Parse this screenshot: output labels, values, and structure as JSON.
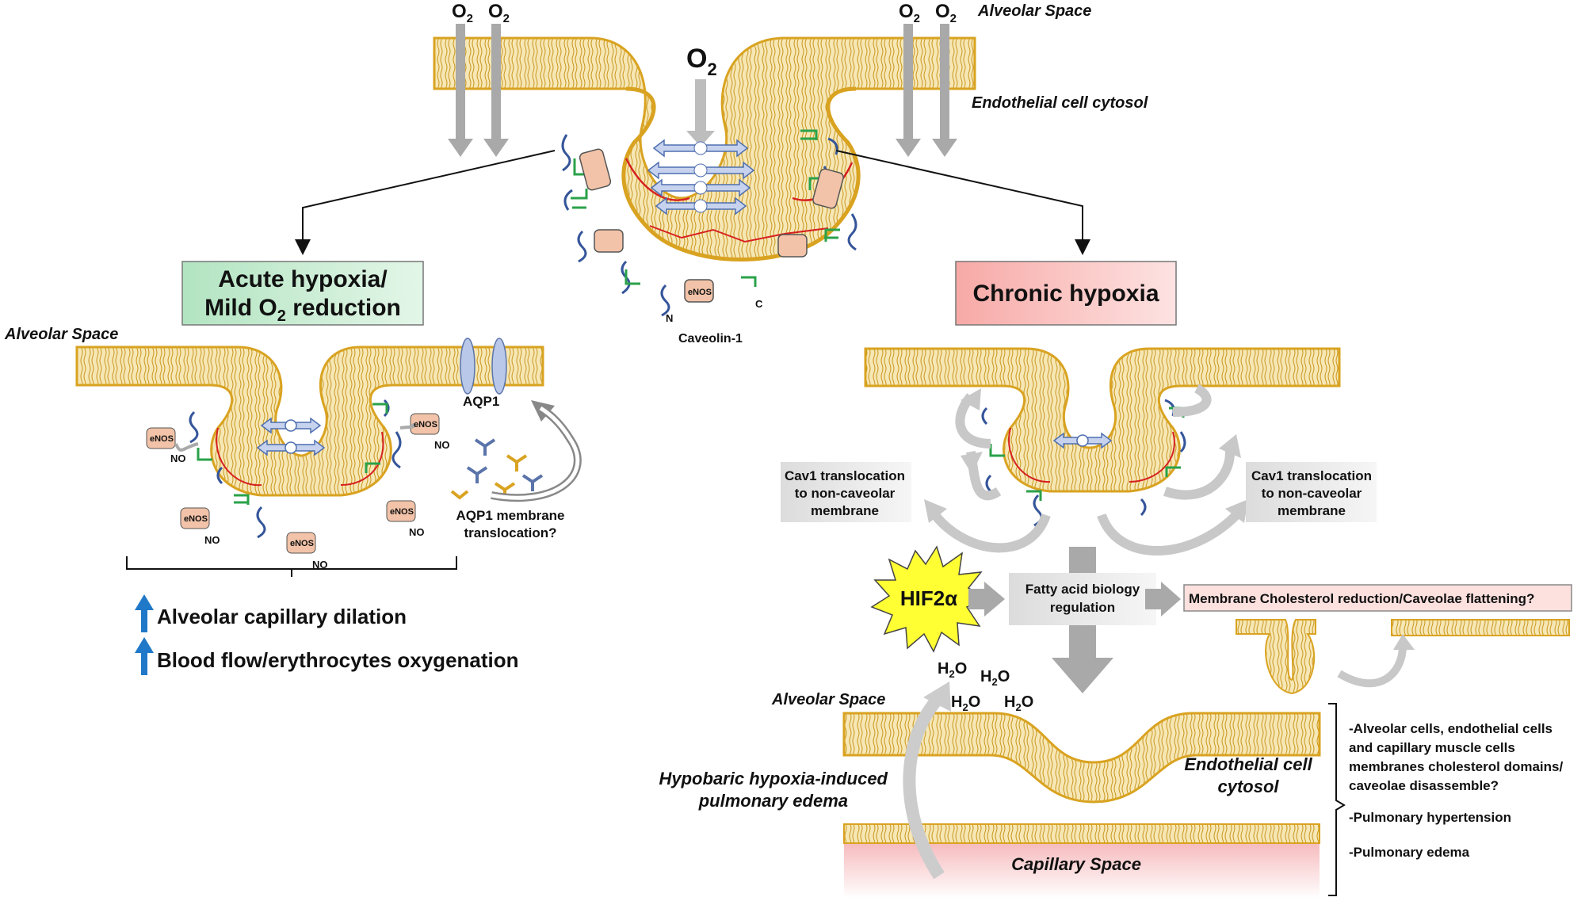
{
  "top": {
    "o2": "O",
    "o2_sub": "2",
    "alveolar_space": "Alveolar Space",
    "cytosol": "Endothelial cell cytosol",
    "caveolin": "Caveolin-1",
    "n_term": "N",
    "c_term": "C",
    "enos": "eNOS"
  },
  "acute": {
    "box_line1": "Acute hypoxia/",
    "box_line2a": "Mild O",
    "box_line2_sub": "2",
    "box_line2b": " reduction",
    "alveolar_space": "Alveolar Space",
    "aqp1": "AQP1",
    "aqp1_q1": "AQP1 membrane",
    "aqp1_q2": "translocation?",
    "enos": "eNOS",
    "no": "NO",
    "outcome1": "Alveolar capillary dilation",
    "outcome2": "Blood flow/erythrocytes oxygenation"
  },
  "chronic": {
    "box": "Chronic hypoxia",
    "cav1_left_1": "Cav1 translocation",
    "cav1_left_2": "to non-caveolar",
    "cav1_left_3": "membrane",
    "cav1_right_1": "Cav1 translocation",
    "cav1_right_2": "to non-caveolar",
    "cav1_right_3": "membrane",
    "hif": "HIF2α",
    "fatty1": "Fatty acid biology",
    "fatty2": "regulation",
    "cholesterol": "Membrane Cholesterol reduction/Caveolae flattening?",
    "h2o": "H",
    "h2o_sub": "2",
    "h2o_o": "O",
    "alveolar_space": "Alveolar Space",
    "cytosol1": "Endothelial cell",
    "cytosol2": "cytosol",
    "edema1": "Hypobaric hypoxia-induced",
    "edema2": "pulmonary edema",
    "capillary": "Capillary Space",
    "note1": "-Alveolar cells, endothelial cells",
    "note2": "and capillary muscle cells",
    "note3": "membranes cholesterol domains/",
    "note4": "caveolae disassemble?",
    "note5": "-Pulmonary hypertension",
    "note6": "-Pulmonary edema"
  },
  "colors": {
    "membrane": "#d9a321",
    "membrane_fill": "#f6e7b5",
    "acute_box": "#c4ebcf",
    "chronic_box": "#f7b6b3",
    "grey_arrow": "#a9a9a9",
    "caveolin_blue": "#35559a",
    "caveolin_green": "#2aa24a",
    "enos_fill": "#f2c3a8",
    "hif_yellow": "#ffff33",
    "outcome_arrow": "#1f78c8",
    "capillary": "#f6b9bc"
  }
}
